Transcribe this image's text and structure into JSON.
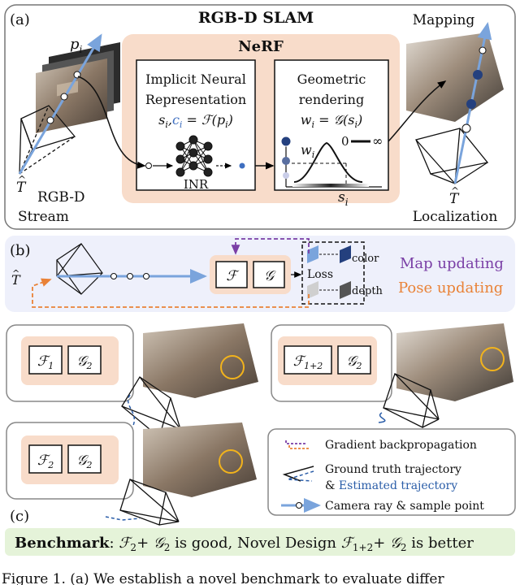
{
  "panel_a": {
    "label": "(a)",
    "title": "RGB-D SLAM",
    "nerf_title": "NeRF",
    "ray_label": "p",
    "ray_sub": "i",
    "inr": {
      "line1": "Implicit Neural",
      "line2": "Representation",
      "formula": "s",
      "formula_sub": "i",
      "formula_c": "c",
      "formula_c_sub": "i",
      "formula_rest": " = ℱ(p",
      "formula_end": ")",
      "formula_end_sub": "i",
      "net_label": "INR"
    },
    "render": {
      "line1": "Geometric",
      "line2": "rendering",
      "formula_w": "w",
      "formula_w_sub": "i",
      "formula_rest": " = 𝒢(s",
      "formula_end": ")",
      "formula_end_sub": "i",
      "weight_label": "w",
      "weight_sub": "i",
      "zero": "0",
      "inf": "∞",
      "s_label": "s",
      "s_sub": "i"
    },
    "left_pose": "T",
    "stream_line1": "RGB-D",
    "stream_line2": "Stream",
    "mapping": "Mapping",
    "right_pose": "T",
    "localization": "Localization"
  },
  "panel_b": {
    "label": "(b)",
    "pose": "T",
    "f_box": "ℱ",
    "g_box": "𝒢",
    "loss": "Loss",
    "color": "color",
    "depth": "depth",
    "map_updating": "Map updating",
    "pose_updating": "Pose updating"
  },
  "panel_c": {
    "label": "(c)",
    "box1": {
      "f": "ℱ",
      "f_sub": "1",
      "g": "𝒢",
      "g_sub": "2"
    },
    "box2": {
      "f": "ℱ",
      "f_sub": "1+2",
      "g": "𝒢",
      "g_sub": "2"
    },
    "box3": {
      "f": "ℱ",
      "f_sub": "2",
      "g": "𝒢",
      "g_sub": "2"
    },
    "legend": {
      "gradient": "Gradient backpropagation",
      "gt": "Ground truth trajectory",
      "est_prefix": "& ",
      "est": "Estimated trajectory",
      "ray": "Camera ray & sample point"
    }
  },
  "benchmark": {
    "label": "Benchmark",
    "colon": ": ",
    "f2": "ℱ",
    "f2_sub": "2",
    "plus1": "+ ",
    "g2": "𝒢",
    "g2_sub": "2",
    "good": " is good, Novel Design ",
    "f12": "ℱ",
    "f12_sub": "1+2",
    "plus2": "+ ",
    "g22": "𝒢",
    "g22_sub": "2",
    "better": " is better"
  },
  "caption": "Figure 1. (a) We establish a novel benchmark to evaluate differ",
  "colors": {
    "peach": "#f8dcca",
    "lavender": "#eef0fb",
    "benchmark_bg": "#e5f3d9",
    "ray_blue": "#7aa4dc",
    "dark_blue": "#24407e",
    "purple": "#7a3fa6",
    "orange": "#e98237",
    "gold": "#f2b31c"
  }
}
